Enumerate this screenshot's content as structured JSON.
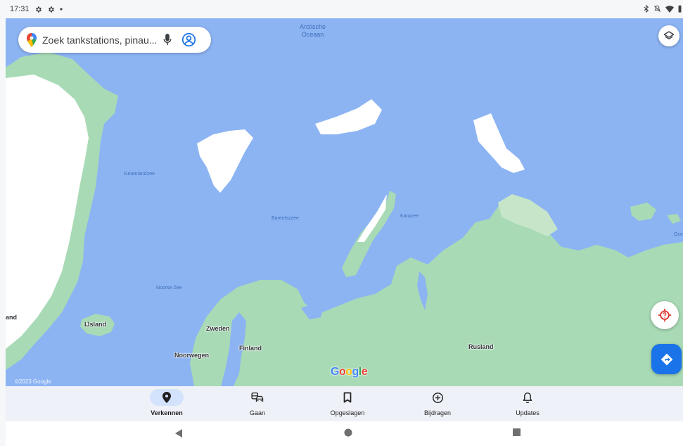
{
  "status_bar": {
    "time": "17:31"
  },
  "search": {
    "placeholder": "Zoek tankstations, pinau..."
  },
  "map": {
    "labels": {
      "arctic_ocean_line1": "Arctische",
      "arctic_ocean_line2": "Oceaan",
      "greenland_sea": "Groenlandzee",
      "barents_sea": "Barentszzee",
      "kara_sea": "Karazee",
      "norwegian_sea": "Noorse Zee",
      "iceland": "IJsland",
      "sweden": "Zweden",
      "finland": "Finland",
      "norway": "Noorwegen",
      "russia": "Rusland",
      "edge_left": "and",
      "edge_right": "Oce"
    },
    "attribution": {
      "logo": [
        "G",
        "o",
        "o",
        "g",
        "l",
        "e"
      ],
      "copyright": "©2023 Google"
    }
  },
  "bottom_nav": {
    "items": [
      {
        "label": "Verkennen",
        "icon": "location-pin-icon",
        "active": true
      },
      {
        "label": "Gaan",
        "icon": "commute-icon",
        "active": false
      },
      {
        "label": "Opgeslagen",
        "icon": "bookmark-icon",
        "active": false
      },
      {
        "label": "Bijdragen",
        "icon": "add-circle-icon",
        "active": false
      },
      {
        "label": "Updates",
        "icon": "bell-icon",
        "active": false
      }
    ]
  },
  "colors": {
    "water": "#8cb4f3",
    "land": "#a8dab5",
    "ice": "#ffffff",
    "accent": "#1a73e8",
    "active_pill": "#d3e3fd"
  }
}
